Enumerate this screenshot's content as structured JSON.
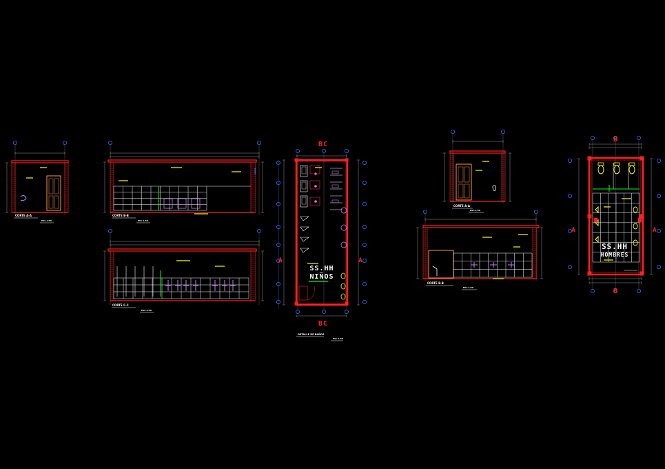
{
  "drawing": {
    "colors": {
      "background": "#000000",
      "wall": "#ff2020",
      "tile_grid": "#ffffff",
      "dimension": "#9a9a9a",
      "axis_bubble": "#3a6cff",
      "text_label": "#ffff00",
      "fixture": "#c77dff",
      "door": "#ff9a3c",
      "green_line": "#00ff00"
    },
    "sections": {
      "aa_left": {
        "title": "CORTE A-A",
        "scale": "ESC.1/50"
      },
      "bb_left": {
        "title": "CORTE B-B",
        "scale": "ESC.1/50"
      },
      "cc": {
        "title": "CORTE C-C",
        "scale": "ESC.1/50"
      },
      "aa_right": {
        "title": "CORTE A-A",
        "scale": "ESC.1/50"
      },
      "bb_right": {
        "title": "CORTE B-B",
        "scale": "ESC.1/50"
      }
    },
    "plan_ninos": {
      "room_line1": "SS.HH",
      "room_line2": "NIÑOS",
      "cut_mark": "B",
      "cut_mark_c": "C",
      "side_mark": "A",
      "title": "DETALLE DE BAÑOS",
      "scale": "ESC.1/50"
    },
    "plan_hombres": {
      "room_line1": "SS.HH",
      "room_line2": "HOMBRES",
      "cut_mark": "B",
      "side_mark": "A"
    }
  }
}
